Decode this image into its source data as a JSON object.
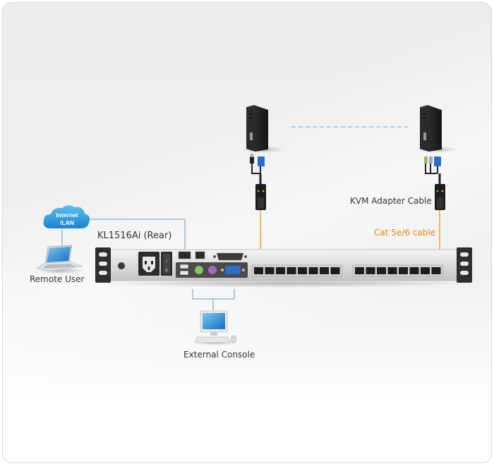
{
  "diagram": {
    "labels": {
      "internet": "Internet",
      "lan": "/LAN",
      "device": "KL1516Ai (Rear)",
      "remote_user": "Remote User",
      "kvm_adapter": "KVM Adapter Cable",
      "cat_cable": "Cat 5e/6 cable",
      "external_console": "External Console"
    },
    "colors": {
      "cat_cable": "#f0a030",
      "network_line": "#8fb0c0",
      "dashed_link": "#9cc4d8",
      "cloud": "#3aa0dc",
      "label_orange": "#e8870f"
    },
    "nodes": [
      {
        "id": "computer-1",
        "type": "server-tower",
        "adapter": "usb"
      },
      {
        "id": "computer-2",
        "type": "server-tower",
        "adapter": "ps2"
      },
      {
        "id": "cloud",
        "type": "internet-cloud"
      },
      {
        "id": "laptop",
        "type": "remote-user"
      },
      {
        "id": "kvm-switch",
        "type": "rack-kvm-rear",
        "port_count": 16
      },
      {
        "id": "console",
        "type": "monitor-keyboard-mouse"
      }
    ]
  }
}
